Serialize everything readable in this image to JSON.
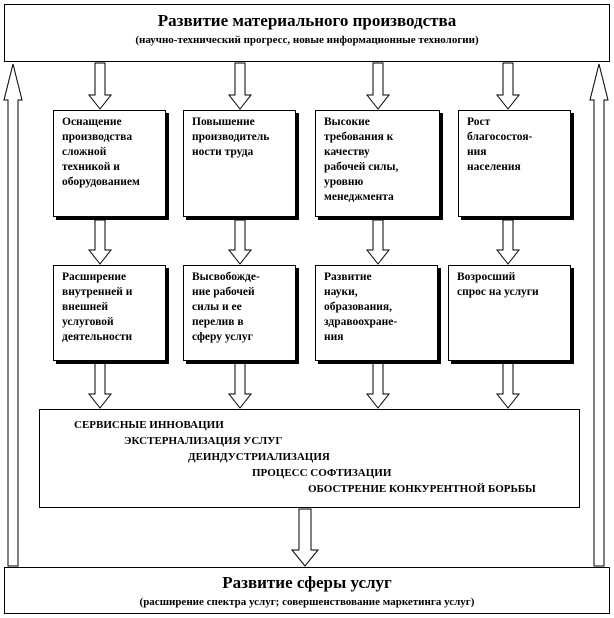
{
  "top": {
    "title": "Развитие материального производства",
    "subtitle": "(научно-технический прогресс, новые информационные  технологии)"
  },
  "row1": [
    "Оснащение\nпроизводства\nсложной\nтехникой и\nоборудованием",
    "Повышение\nпроизводитель\nности труда",
    "Высокие\nтребования к\nкачеству\nрабочей силы,\nуровню\nменеджмента",
    "Рост\nблагосостоя-\nния\nнаселения"
  ],
  "row2": [
    "Расширение\nвнутренней и\nвнешней\nуслуговой\nдеятельности",
    "Высвобожде-\nние рабочей\nсилы и ее\nперелив в\nсферу услуг",
    "Развитие\nнауки,\nобразования,\nздравоохране-\nния",
    "Возросший\nспрос на услуги"
  ],
  "center": [
    "СЕРВИСНЫЕ  ИННОВАЦИИ",
    "ЭКСТЕРНАЛИЗАЦИЯ  УСЛУГ",
    "ДЕИНДУСТРИАЛИЗАЦИЯ",
    "ПРОЦЕСС  СОФТИЗАЦИИ",
    "ОБОСТРЕНИЕ  КОНКУРЕНТНОЙ  БОРЬБЫ"
  ],
  "bottom": {
    "title": "Развитие сферы услуг",
    "subtitle": "(расширение спектра услуг;  совершенствование маркетинга услуг)"
  }
}
